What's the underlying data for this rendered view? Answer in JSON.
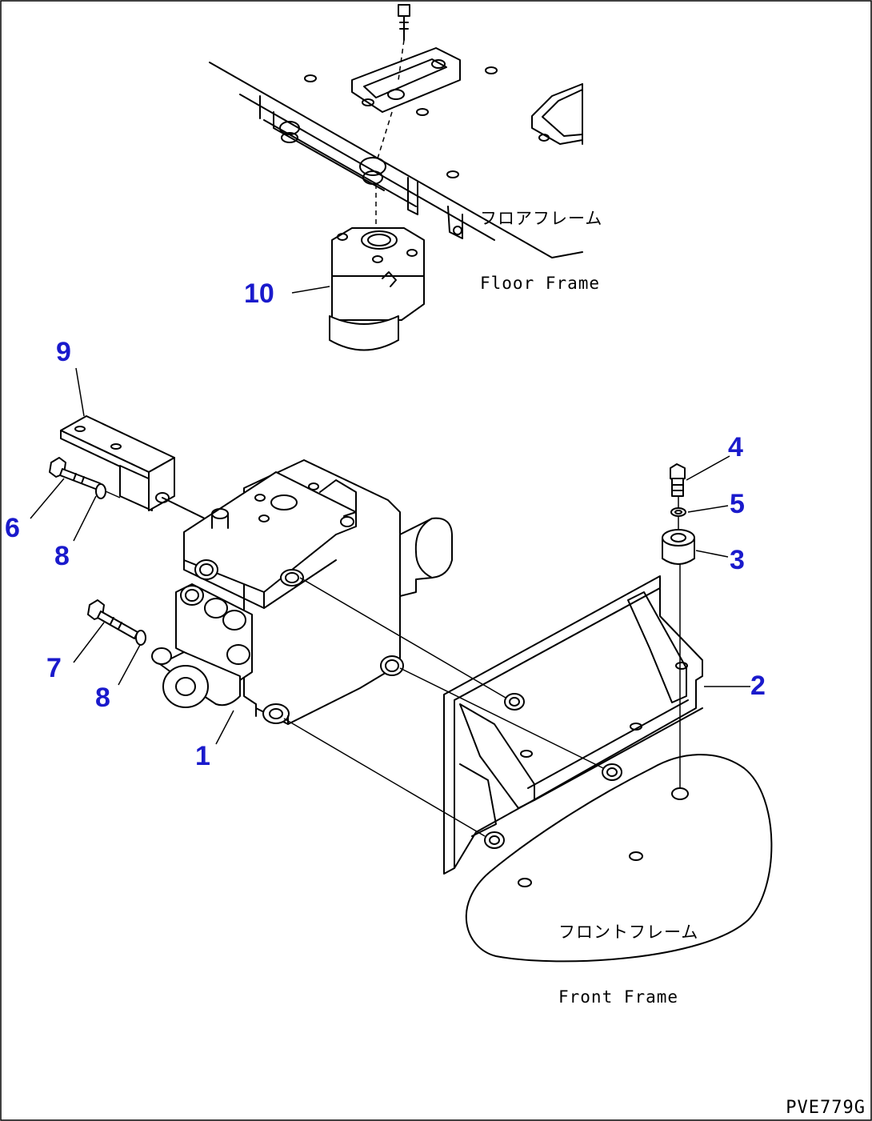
{
  "labels": {
    "p1": "1",
    "p2": "2",
    "p3": "3",
    "p4": "4",
    "p5": "5",
    "p6": "6",
    "p7": "7",
    "p8a": "8",
    "p8b": "8",
    "p9": "9",
    "p10": "10"
  },
  "floor_frame": {
    "jp": "フロアフレーム",
    "en": "Floor Frame"
  },
  "front_frame": {
    "jp": "フロントフレーム",
    "en": "Front Frame"
  },
  "drawing_code": "PVE779G",
  "colors": {
    "part_number": "#1a1acc",
    "line": "#000000"
  }
}
